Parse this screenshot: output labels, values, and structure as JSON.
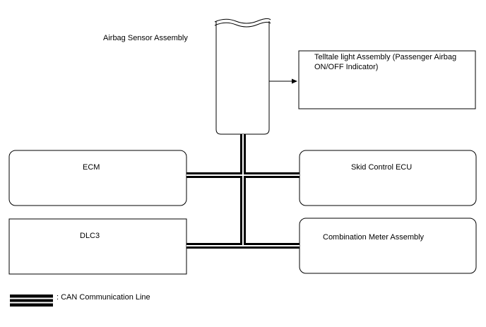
{
  "nodes": {
    "airbag_sensor": {
      "label": "Airbag Sensor Assembly"
    },
    "telltale": {
      "label": "Telltale light Assembly (Passenger Airbag ON/OFF Indicator)"
    },
    "ecm": {
      "label": "ECM"
    },
    "skid_control": {
      "label": "Skid Control ECU"
    },
    "dlc3": {
      "label": "DLC3"
    },
    "combination_meter": {
      "label": "Combination Meter Assembly"
    }
  },
  "legend": {
    "can_line": ": CAN Communication Line"
  },
  "colors": {
    "line": "#000000",
    "background": "#ffffff"
  }
}
